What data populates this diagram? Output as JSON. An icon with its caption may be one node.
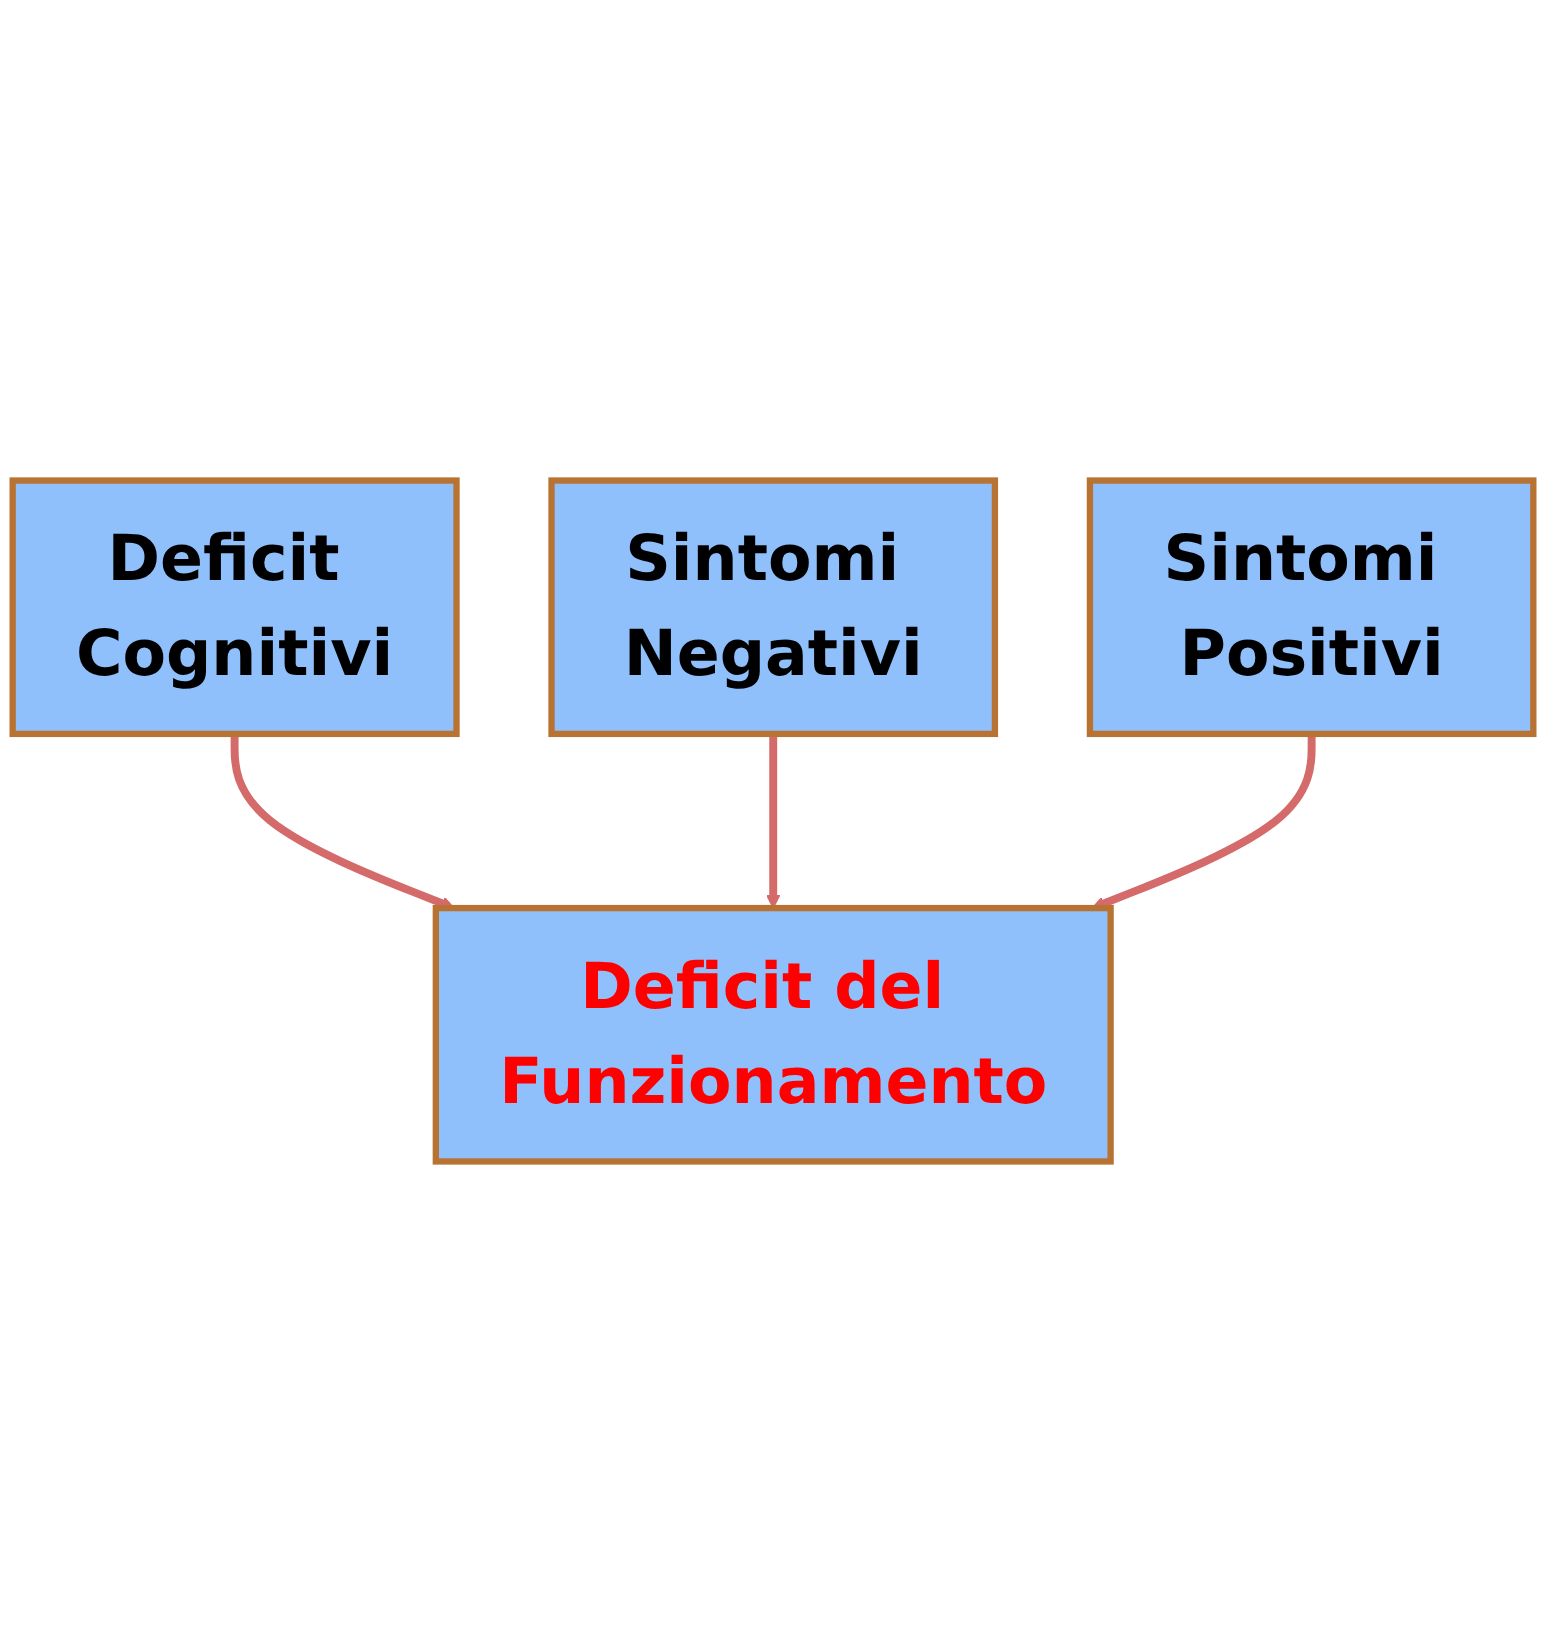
{
  "diagram": {
    "nodes": [
      {
        "text": [
          "Deficit Cognitivi"
        ]
      },
      {
        "text": [
          "Deficit del Funzionamento"
        ]
      },
      {
        "text": [
          "Sintomi Negativi"
        ]
      },
      {
        "text": [
          "Sintomi Positivi"
        ]
      }
    ],
    "edges": [
      {
        "from": 0,
        "to": 1,
        "arrow": "to"
      },
      {
        "from": 2,
        "to": 1,
        "arrow": "to"
      },
      {
        "from": 3,
        "to": 1,
        "arrow": "to"
      }
    ]
  }
}
